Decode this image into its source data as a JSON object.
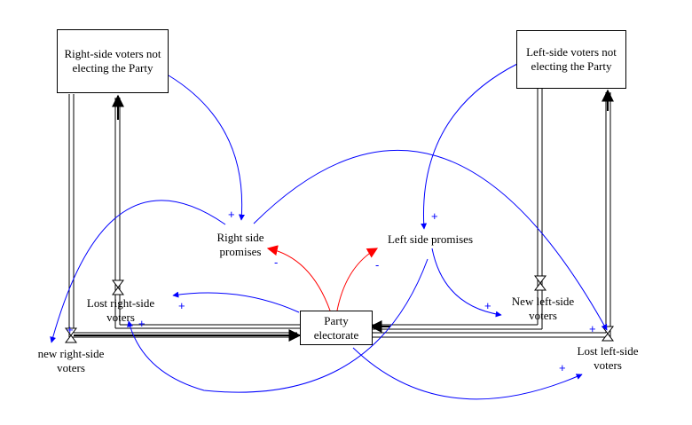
{
  "diagram": {
    "type": "stock-and-flow",
    "stocks": {
      "right_nonvoters": "Right-side voters not electing the Party",
      "left_nonvoters": "Left-side voters not electing the Party",
      "party": "Party electorate"
    },
    "flows": {
      "new_right": "new right-side voters",
      "lost_right": "Lost right-side voters",
      "new_left": "New left-side voters",
      "lost_left": "Lost left-side voters"
    },
    "auxiliaries": {
      "right_promises": "Right side promises",
      "left_promises": "Left side promises"
    },
    "links": [
      {
        "from": "Right-side voters not electing the Party",
        "to": "Right side promises",
        "polarity": "+",
        "color": "#0000ff"
      },
      {
        "from": "Left-side voters not electing the Party",
        "to": "Left side promises",
        "polarity": "+",
        "color": "#0000ff"
      },
      {
        "from": "Party electorate",
        "to": "Right side promises",
        "polarity": "-",
        "color": "#ff0000"
      },
      {
        "from": "Party electorate",
        "to": "Left side promises",
        "polarity": "-",
        "color": "#ff0000"
      },
      {
        "from": "Right side promises",
        "to": "new right-side voters",
        "polarity": "+",
        "color": "#0000ff"
      },
      {
        "from": "Right side promises",
        "to": "Lost left-side voters",
        "polarity": "+",
        "color": "#0000ff"
      },
      {
        "from": "Left side promises",
        "to": "New left-side voters",
        "polarity": "+",
        "color": "#0000ff"
      },
      {
        "from": "Left side promises",
        "to": "Lost right-side voters",
        "polarity": "+",
        "color": "#0000ff"
      },
      {
        "from": "Party electorate",
        "to": "Lost right-side voters",
        "polarity": "+",
        "color": "#0000ff"
      },
      {
        "from": "Party electorate",
        "to": "Lost left-side voters",
        "polarity": "+",
        "color": "#0000ff"
      }
    ],
    "signs": {
      "plus": "+",
      "minus": "-"
    }
  }
}
